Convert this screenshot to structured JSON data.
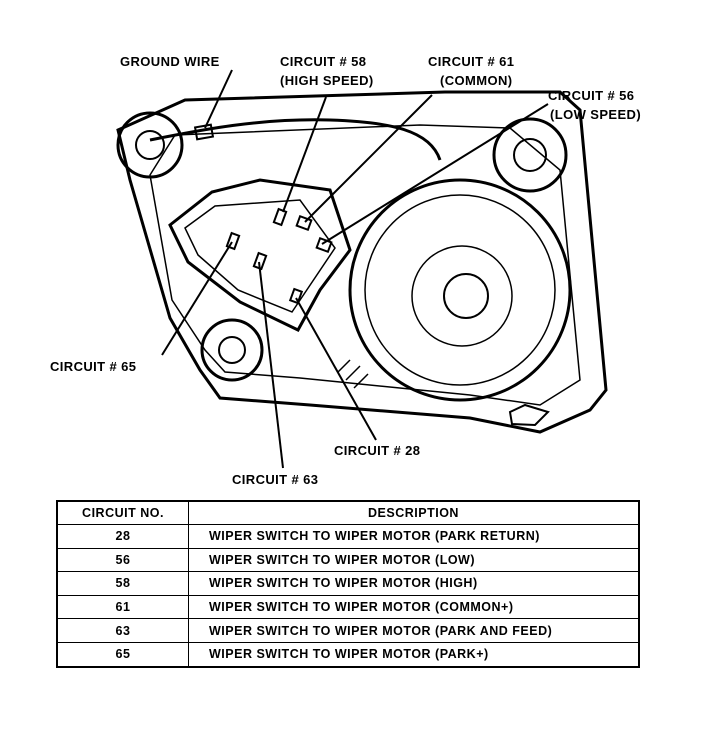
{
  "callouts": {
    "ground_wire": "GROUND WIRE",
    "c58_line1": "CIRCUIT # 58",
    "c58_line2": "(HIGH SPEED)",
    "c61_line1": "CIRCUIT # 61",
    "c61_line2": "(COMMON)",
    "c56_line1": "CIRCUIT # 56",
    "c56_line2": "(LOW SPEED)",
    "c65": "CIRCUIT # 65",
    "c28": "CIRCUIT # 28",
    "c63": "CIRCUIT # 63"
  },
  "table": {
    "headers": {
      "circuit": "CIRCUIT NO.",
      "description": "DESCRIPTION"
    },
    "rows": [
      {
        "circuit": "28",
        "description": "WIPER SWITCH TO WIPER MOTOR (PARK RETURN)"
      },
      {
        "circuit": "56",
        "description": "WIPER SWITCH TO WIPER MOTOR (LOW)"
      },
      {
        "circuit": "58",
        "description": "WIPER SWITCH TO WIPER MOTOR (HIGH)"
      },
      {
        "circuit": "61",
        "description": "WIPER SWITCH TO WIPER MOTOR (COMMON+)"
      },
      {
        "circuit": "63",
        "description": "WIPER SWITCH TO WIPER MOTOR (PARK AND FEED)"
      },
      {
        "circuit": "65",
        "description": "WIPER SWITCH TO WIPER MOTOR (PARK+)"
      }
    ]
  }
}
